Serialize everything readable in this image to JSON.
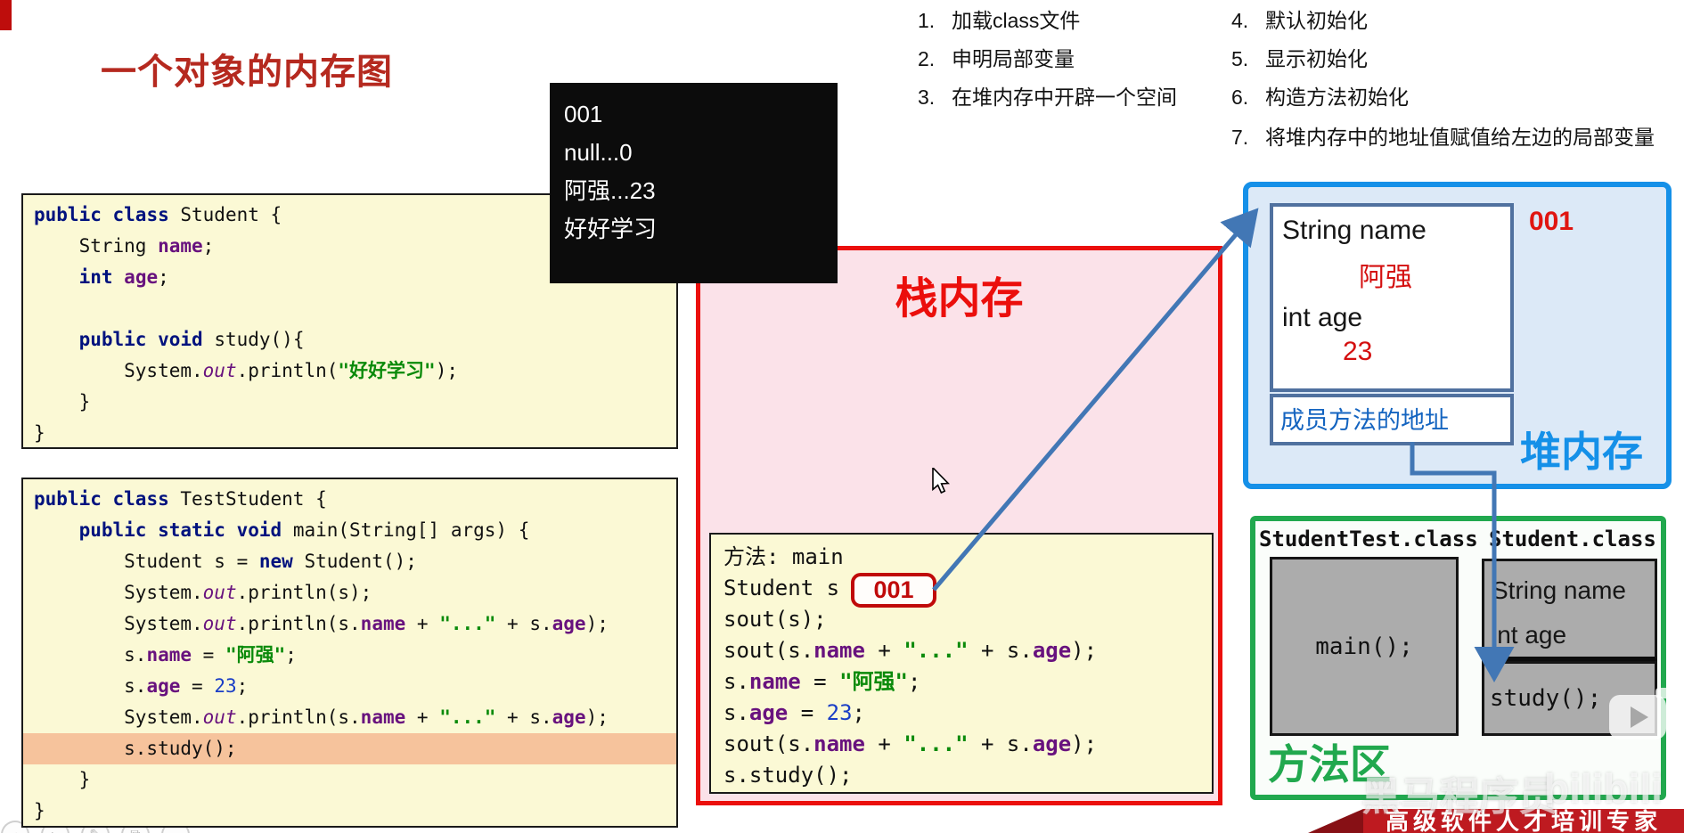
{
  "title": "一个对象的内存图",
  "console": {
    "lines": [
      "001",
      "null...0",
      "阿强...23",
      "好好学习"
    ]
  },
  "steps": {
    "col1": [
      {
        "num": "1.",
        "text": "加载class文件"
      },
      {
        "num": "2.",
        "text": "申明局部变量"
      },
      {
        "num": "3.",
        "text": "在堆内存中开辟一个空间"
      }
    ],
    "col2": [
      {
        "num": "4.",
        "text": "默认初始化"
      },
      {
        "num": "5.",
        "text": "显示初始化"
      },
      {
        "num": "6.",
        "text": "构造方法初始化"
      },
      {
        "num": "7.",
        "text": "将堆内存中的地址值赋值给左边的局部变量"
      }
    ]
  },
  "code1": {
    "lines": [
      {
        "s": [
          [
            "k",
            "public"
          ],
          [
            "p",
            " "
          ],
          [
            "k",
            "class"
          ],
          [
            "p",
            " Student {"
          ]
        ]
      },
      {
        "s": [
          [
            "p",
            "    String "
          ],
          [
            "f",
            "name"
          ],
          [
            "p",
            ";"
          ]
        ]
      },
      {
        "s": [
          [
            "p",
            "    "
          ],
          [
            "k",
            "int"
          ],
          [
            "p",
            " "
          ],
          [
            "f",
            "age"
          ],
          [
            "p",
            ";"
          ]
        ]
      },
      {
        "s": []
      },
      {
        "s": [
          [
            "p",
            "    "
          ],
          [
            "k",
            "public"
          ],
          [
            "p",
            " "
          ],
          [
            "k",
            "void"
          ],
          [
            "p",
            " study(){"
          ]
        ]
      },
      {
        "s": [
          [
            "p",
            "        System."
          ],
          [
            "o",
            "out"
          ],
          [
            "p",
            ".println("
          ],
          [
            "s",
            "\"好好学习\""
          ],
          [
            "p",
            ");"
          ]
        ]
      },
      {
        "s": [
          [
            "p",
            "    }"
          ]
        ]
      },
      {
        "s": [
          [
            "p",
            "}"
          ]
        ]
      }
    ]
  },
  "code2": {
    "lines": [
      {
        "s": [
          [
            "k",
            "public"
          ],
          [
            "p",
            " "
          ],
          [
            "k",
            "class"
          ],
          [
            "p",
            " TestStudent {"
          ]
        ]
      },
      {
        "s": [
          [
            "p",
            "    "
          ],
          [
            "k",
            "public"
          ],
          [
            "p",
            " "
          ],
          [
            "k",
            "static"
          ],
          [
            "p",
            " "
          ],
          [
            "k",
            "void"
          ],
          [
            "p",
            " main(String[] args) {"
          ]
        ]
      },
      {
        "s": [
          [
            "p",
            "        Student s = "
          ],
          [
            "k",
            "new"
          ],
          [
            "p",
            " Student();"
          ]
        ]
      },
      {
        "s": [
          [
            "p",
            "        System."
          ],
          [
            "o",
            "out"
          ],
          [
            "p",
            ".println(s);"
          ]
        ]
      },
      {
        "s": [
          [
            "p",
            "        System."
          ],
          [
            "o",
            "out"
          ],
          [
            "p",
            ".println(s."
          ],
          [
            "f",
            "name"
          ],
          [
            "p",
            " + "
          ],
          [
            "s",
            "\"...\""
          ],
          [
            "p",
            " + s."
          ],
          [
            "f",
            "age"
          ],
          [
            "p",
            ");"
          ]
        ]
      },
      {
        "s": [
          [
            "p",
            "        s."
          ],
          [
            "f",
            "name"
          ],
          [
            "p",
            " = "
          ],
          [
            "s",
            "\"阿强\""
          ],
          [
            "p",
            ";"
          ]
        ]
      },
      {
        "s": [
          [
            "p",
            "        s."
          ],
          [
            "f",
            "age"
          ],
          [
            "p",
            " = "
          ],
          [
            "n",
            "23"
          ],
          [
            "p",
            ";"
          ]
        ]
      },
      {
        "s": [
          [
            "p",
            "        System."
          ],
          [
            "o",
            "out"
          ],
          [
            "p",
            ".println(s."
          ],
          [
            "f",
            "name"
          ],
          [
            "p",
            " + "
          ],
          [
            "s",
            "\"...\""
          ],
          [
            "p",
            " + s."
          ],
          [
            "f",
            "age"
          ],
          [
            "p",
            ");"
          ]
        ]
      },
      {
        "s": [
          [
            "p",
            "        s.study();"
          ]
        ],
        "hl": true
      },
      {
        "s": [
          [
            "p",
            "    }"
          ]
        ]
      },
      {
        "s": [
          [
            "p",
            "}"
          ]
        ]
      }
    ]
  },
  "stack": {
    "label": "栈内存",
    "ref_value": "001",
    "frame": {
      "lines": [
        {
          "s": [
            [
              "p",
              "方法: main"
            ]
          ]
        },
        {
          "s": [
            [
              "p",
              "Student s"
            ]
          ]
        },
        {
          "s": [
            [
              "p",
              "sout(s);"
            ]
          ]
        },
        {
          "s": [
            [
              "p",
              "sout(s."
            ],
            [
              "f",
              "name"
            ],
            [
              "p",
              " + "
            ],
            [
              "s",
              "\"...\""
            ],
            [
              "p",
              " + s."
            ],
            [
              "f",
              "age"
            ],
            [
              "p",
              ");"
            ]
          ]
        },
        {
          "s": [
            [
              "p",
              "s."
            ],
            [
              "f",
              "name"
            ],
            [
              "p",
              " = "
            ],
            [
              "s",
              "\"阿强\""
            ],
            [
              "p",
              ";"
            ]
          ]
        },
        {
          "s": [
            [
              "p",
              "s."
            ],
            [
              "f",
              "age"
            ],
            [
              "p",
              " = "
            ],
            [
              "n",
              "23"
            ],
            [
              "p",
              ";"
            ]
          ]
        },
        {
          "s": [
            [
              "p",
              "sout(s."
            ],
            [
              "f",
              "name"
            ],
            [
              "p",
              " + "
            ],
            [
              "s",
              "\"...\""
            ],
            [
              "p",
              " + s."
            ],
            [
              "f",
              "age"
            ],
            [
              "p",
              ");"
            ]
          ]
        },
        {
          "s": [
            [
              "p",
              "s.study();"
            ]
          ]
        }
      ]
    }
  },
  "heap": {
    "label": "堆内存",
    "address": "001",
    "name_decl": "String name",
    "name_value": "阿强",
    "age_decl": "int age",
    "age_value": "23",
    "member_method": "成员方法的地址"
  },
  "method_area": {
    "label": "方法区",
    "left_class": "StudentTest.class",
    "right_class": "Student.class",
    "main_method": "main();",
    "field1": "String name",
    "field2": "int age",
    "study_method": "study();"
  },
  "watermark": {
    "brand": "黑马程序员",
    "site": "bilibili"
  },
  "banner": {
    "text": "高级软件人才培训专家"
  },
  "toolbar": {
    "icons": [
      "‹",
      "▸",
      "✎",
      "⧉",
      "⋯"
    ]
  },
  "colors": {
    "title_red": "#b5291f",
    "stack_red": "#eb0f0c",
    "stack_bg": "#fbe2e9",
    "heap_blue": "#1590e8",
    "heap_bg": "#dce9f7",
    "method_green": "#21a84e",
    "code_bg": "#fbf9d5",
    "highlight": "#f6c39c",
    "console_bg": "#0c0c0c",
    "keyword": "#00127e",
    "field_purple": "#68127e",
    "string_green": "#0a8a0a",
    "number_blue": "#1a3ec6",
    "arrow_blue": "#4277b5",
    "banner_red": "#be1a20"
  }
}
